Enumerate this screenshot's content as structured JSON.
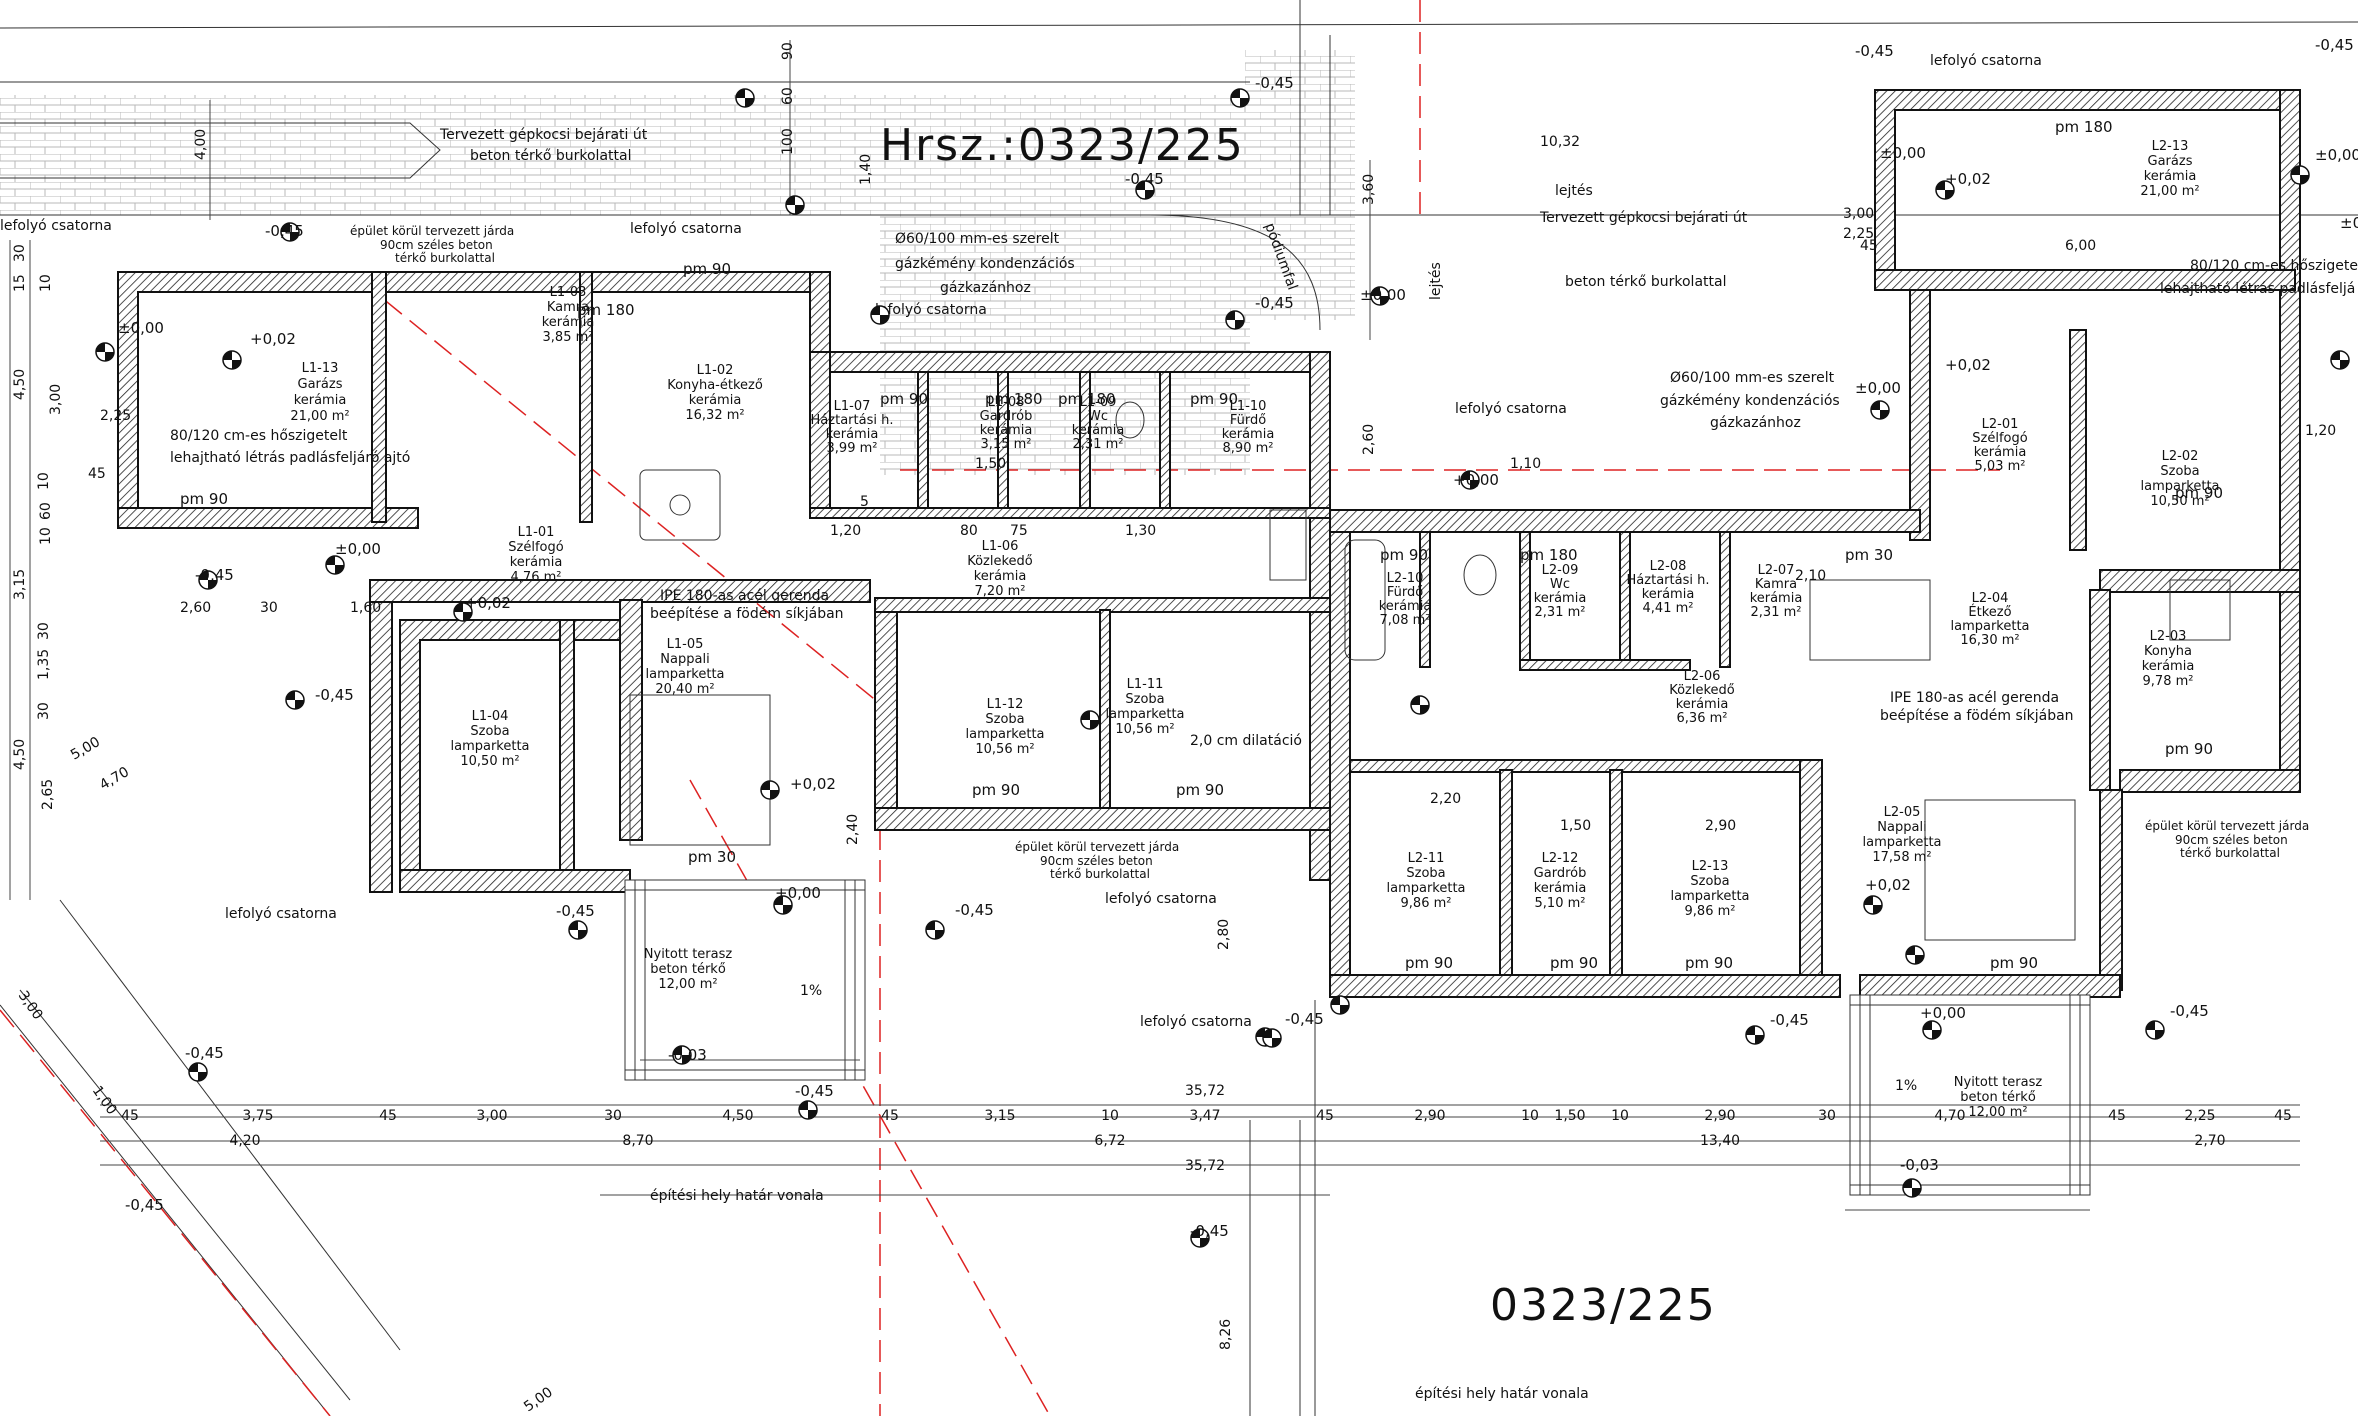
{
  "plot_titles": {
    "top": "Hrsz.:0323/225",
    "bottom": "0323/225"
  },
  "notes": {
    "driveway_left": [
      "Tervezett gépkocsi bejárati út",
      "beton térkő burkolattal"
    ],
    "driveway_right": [
      "Tervezett gépkocsi bejárati út",
      "beton térkő burkolattal"
    ],
    "boiler_left": [
      "Ø60/100 mm-es szerelt",
      "gázkémény kondenzációs",
      "gázkazánhoz"
    ],
    "boiler_right": [
      "Ø60/100 mm-es szerelt",
      "gázkémény kondenzációs",
      "gázkazánhoz"
    ],
    "beam_left": [
      "IPE 180-as acél gerenda",
      "beépítése a födém síkjában"
    ],
    "beam_right": [
      "IPE 180-as acél gerenda",
      "beépítése a födém síkjában"
    ],
    "walkway_a": [
      "épület körül tervezett járda",
      "90cm széles beton",
      "térkő burkolattal"
    ],
    "walkway_b": [
      "épület körül tervezett járda",
      "90cm széles beton",
      "térkő burkolattal"
    ],
    "walkway_c": [
      "épület körül tervezett járda",
      "90cm széles beton",
      "térkő burkolattal"
    ],
    "attic_left": [
      "80/120 cm-es hőszigetelt",
      "lehajtható létrás padlásfeljáró ajtó"
    ],
    "attic_right": [
      "80/120 cm-es hőszigetelt",
      "lehajtható létrás padlásfeljá"
    ],
    "dilatation": "2,0 cm dilatáció",
    "gutter": "lefolyó csatorna",
    "gutter_short": "lefolyó csatorna",
    "boundary": "építési hely határ vonala",
    "slope": "lejtés",
    "podium": "pódiumfal",
    "slope_pct": "1%"
  },
  "rooms": {
    "l113": [
      "L1-13",
      "Garázs",
      "kerámia",
      "21,00 m²"
    ],
    "l103": [
      "L1-03",
      "Kamra",
      "kerámia",
      "3,85 m²"
    ],
    "l102": [
      "L1-02",
      "Konyha-étkező",
      "kerámia",
      "16,32 m²"
    ],
    "l107": [
      "L1-07",
      "Háztartási h.",
      "kerámia",
      "3,99 m²"
    ],
    "l108": [
      "L1-08",
      "Gardrób",
      "kerámia",
      "3,15 m²"
    ],
    "l109": [
      "L1-09",
      "Wc",
      "kerámia",
      "2,31 m²"
    ],
    "l110": [
      "L1-10",
      "Fürdő",
      "kerámia",
      "8,90 m²"
    ],
    "l101": [
      "L1-01",
      "Szélfogó",
      "kerámia",
      "4,76 m²"
    ],
    "l106": [
      "L1-06",
      "Közlekedő",
      "kerámia",
      "7,20 m²"
    ],
    "l105": [
      "L1-05",
      "Nappali",
      "lamparketta",
      "20,40 m²"
    ],
    "l104": [
      "L1-04",
      "Szoba",
      "lamparketta",
      "10,50 m²"
    ],
    "l112": [
      "L1-12",
      "Szoba",
      "lamparketta",
      "10,56 m²"
    ],
    "l111": [
      "L1-11",
      "Szoba",
      "lamparketta",
      "10,56 m²"
    ],
    "terrace_l": [
      "Nyitott terasz",
      "beton térkő",
      "12,00 m²"
    ],
    "l213": [
      "L2-13",
      "Garázs",
      "kerámia",
      "21,00 m²"
    ],
    "l201": [
      "L2-01",
      "Szélfogó",
      "kerámia",
      "5,03 m²"
    ],
    "l202": [
      "L2-02",
      "Szoba",
      "lamparketta",
      "10,50 m²"
    ],
    "l210": [
      "L2-10",
      "Fürdő",
      "kerámia",
      "7,08 m²"
    ],
    "l209": [
      "L2-09",
      "Wc",
      "kerámia",
      "2,31 m²"
    ],
    "l208": [
      "L2-08",
      "Háztartási h.",
      "kerámia",
      "4,41 m²"
    ],
    "l207": [
      "L2-07",
      "Kamra",
      "kerámia",
      "2,31 m²"
    ],
    "l204": [
      "L2-04",
      "Étkező",
      "lamparketta",
      "16,30 m²"
    ],
    "l203": [
      "L2-03",
      "Konyha",
      "kerámia",
      "9,78 m²"
    ],
    "l206": [
      "L2-06",
      "Közlekedő",
      "kerámia",
      "6,36 m²"
    ],
    "l211": [
      "L2-11",
      "Szoba",
      "lamparketta",
      "9,86 m²"
    ],
    "l212": [
      "L2-12",
      "Gardrób",
      "kerámia",
      "5,10 m²"
    ],
    "l213b": [
      "L2-13",
      "Szoba",
      "lamparketta",
      "9,86 m²"
    ],
    "l205": [
      "L2-05",
      "Nappali",
      "lamparketta",
      "17,58 m²"
    ],
    "terrace_r": [
      "Nyitott terasz",
      "beton térkő",
      "12,00 m²"
    ]
  },
  "levels": {
    "m045": "-0,45",
    "p000": "±0,00",
    "p002": "+0,02",
    "p000b": "+0,00",
    "m003": "-0,03",
    "pm180": "pm 180",
    "pm90": "pm 90",
    "pm30": "pm 30"
  },
  "dims": {
    "total": "35,72",
    "row1": [
      "45",
      "3,75",
      "45",
      "3,00",
      "30",
      "4,50",
      "45",
      "3,15",
      "10",
      "3,47",
      "45",
      "2,90",
      "10",
      "1,50",
      "10",
      "2,90",
      "30",
      "4,70",
      "45",
      "2,25",
      "45"
    ],
    "row2": [
      "4,20",
      "8,70",
      "6,72",
      "13,40",
      "2,70"
    ],
    "side_left": [
      "30",
      "15",
      "10",
      "4,50",
      "3,00",
      "2,25",
      "10",
      "45",
      "3,15",
      "10",
      "60",
      "30",
      "1,35",
      "30",
      "4,50",
      "2,65"
    ],
    "misc": [
      "90",
      "60",
      "100",
      "4,00",
      "2,60",
      "30",
      "1,60",
      "1,20",
      "5",
      "80",
      "75",
      "1,30",
      "3,60",
      "2,60",
      "10,32",
      "3,00",
      "2,25",
      "6,00",
      "45",
      "1,20",
      "5,00",
      "4,70",
      "3,00",
      "1,00",
      "1,40",
      "2,80",
      "2,20",
      "1,50",
      "2,90",
      "8,26",
      "5,00",
      "2,40",
      "2,10",
      "1,50",
      "1,10"
    ]
  },
  "colors": {
    "wall_hatch": "#222222",
    "red_axis": "#dd2222",
    "ink": "#111111",
    "paper": "#ffffff"
  }
}
